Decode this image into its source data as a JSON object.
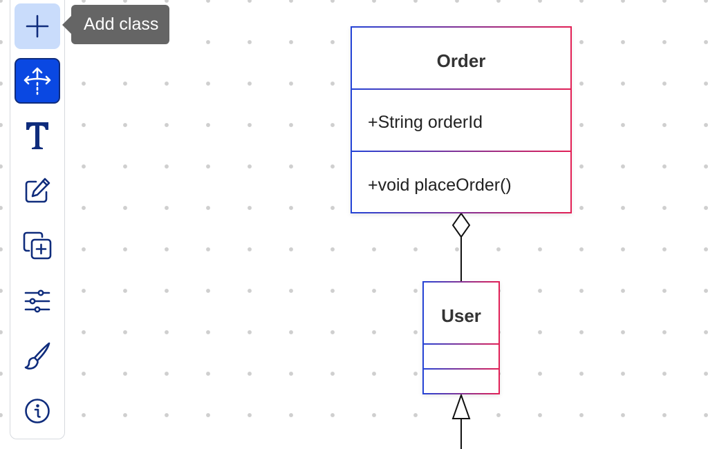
{
  "toolbar": {
    "tools": [
      {
        "id": "add-class",
        "icon": "plus-icon",
        "state": "hovered"
      },
      {
        "id": "move",
        "icon": "move-arrows-icon",
        "state": "active"
      },
      {
        "id": "text",
        "icon": "text-icon",
        "state": "normal"
      },
      {
        "id": "edit",
        "icon": "pencil-square-icon",
        "state": "normal"
      },
      {
        "id": "duplicate",
        "icon": "duplicate-plus-icon",
        "state": "normal"
      },
      {
        "id": "settings",
        "icon": "sliders-icon",
        "state": "normal"
      },
      {
        "id": "style",
        "icon": "paintbrush-icon",
        "state": "normal"
      },
      {
        "id": "info",
        "icon": "info-icon",
        "state": "normal"
      }
    ],
    "tooltip": "Add class"
  },
  "diagram": {
    "classes": [
      {
        "id": "order",
        "name": "Order",
        "attributes": [
          "+String orderId"
        ],
        "methods": [
          "+void placeOrder()"
        ]
      },
      {
        "id": "user",
        "name": "User",
        "attributes": [],
        "methods": []
      }
    ],
    "relations": [
      {
        "type": "aggregation",
        "whole": "Order",
        "part": "User"
      },
      {
        "type": "inheritance",
        "parent": "User",
        "child": ""
      }
    ]
  },
  "colors": {
    "accent": "#0a48e2",
    "hover": "#c9dcfb",
    "icon": "#0f2c7c",
    "border_gradient_start": "#2343d6",
    "border_gradient_end": "#e31f55",
    "tooltip_bg": "#656565",
    "grid_dot": "#cfcfcf"
  }
}
